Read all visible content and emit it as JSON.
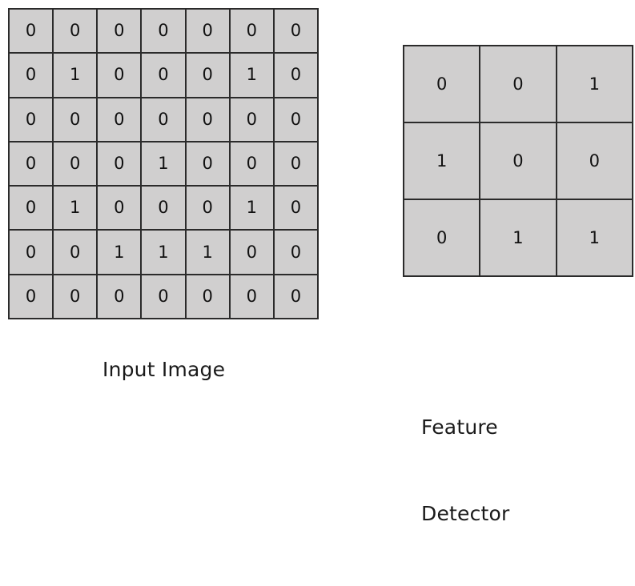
{
  "figure": {
    "background_color": "#ffffff",
    "cell_fill_color": "#d0cfcf",
    "gridline_color": "#2b2b2b",
    "text_color": "#111111"
  },
  "chart_data": {
    "type": "table",
    "title": "",
    "panels": [
      {
        "name": "input-image",
        "label": "Input Image",
        "rows": 7,
        "cols": 7,
        "values": [
          [
            0,
            0,
            0,
            0,
            0,
            0,
            0
          ],
          [
            0,
            1,
            0,
            0,
            0,
            1,
            0
          ],
          [
            0,
            0,
            0,
            0,
            0,
            0,
            0
          ],
          [
            0,
            0,
            0,
            1,
            0,
            0,
            0
          ],
          [
            0,
            1,
            0,
            0,
            0,
            1,
            0
          ],
          [
            0,
            0,
            1,
            1,
            1,
            0,
            0
          ],
          [
            0,
            0,
            0,
            0,
            0,
            0,
            0
          ]
        ]
      },
      {
        "name": "feature-detector",
        "label_line_1": "Feature",
        "label_line_2": "Detector",
        "label": "Feature Detector",
        "rows": 3,
        "cols": 3,
        "values": [
          [
            0,
            0,
            1
          ],
          [
            1,
            0,
            0
          ],
          [
            0,
            1,
            1
          ]
        ]
      }
    ]
  },
  "captions": {
    "input_image": "Input Image",
    "feature_detector_line_1": "Feature",
    "feature_detector_line_2": "Detector"
  }
}
